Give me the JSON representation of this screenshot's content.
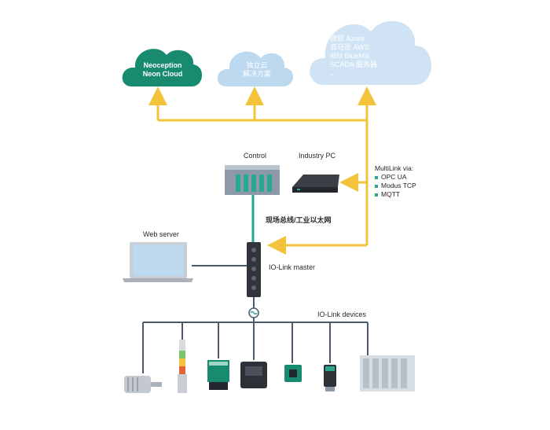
{
  "clouds": {
    "neoception": {
      "line1": "Neoception",
      "line2": "Neon Cloud"
    },
    "private": {
      "line1": "独立云",
      "line2": "解决方案"
    },
    "public": {
      "lines": [
        "微软 Azure",
        "亚马逊 AWS",
        "IBM BlueMix",
        "SCADA 服务器",
        "..."
      ]
    }
  },
  "labels": {
    "control": "Control",
    "industry_pc": "Industry PC",
    "fieldbus": "现场总线/工业以太网",
    "web_server": "Web server",
    "iolink_master": "IO-Link master",
    "iolink_devices": "IO-Link devices"
  },
  "multilink": {
    "title": "MultiLink via:",
    "items": [
      "OPC UA",
      "Modus TCP",
      "MQTT"
    ]
  },
  "colors": {
    "arrow": "#f2c33b",
    "teal_cloud": "#178a6f",
    "light_cloud": "#bcd9f0",
    "bus_line": "#2aa88f",
    "device_line": "#4a5a6b",
    "accent_green": "#2aa88f"
  }
}
